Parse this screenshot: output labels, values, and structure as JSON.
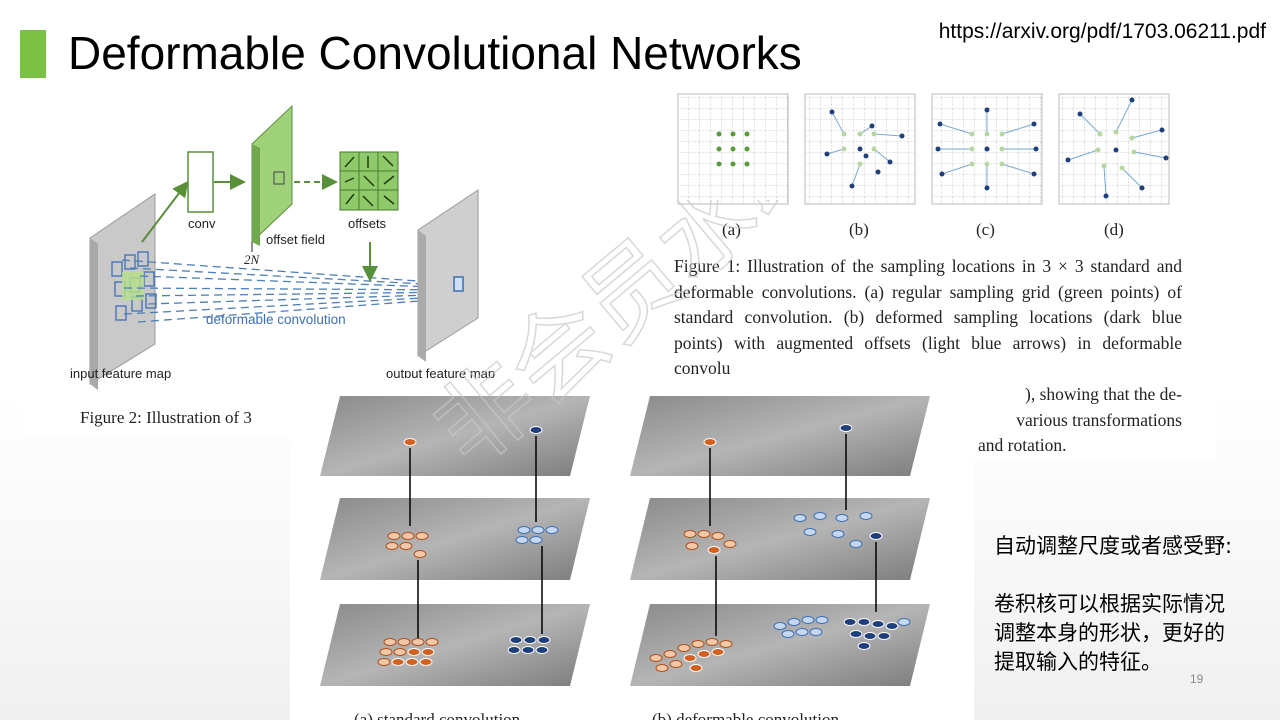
{
  "slide": {
    "title": "Deformable Convolutional Networks",
    "url": "https://arxiv.org/pdf/1703.06211.pdf",
    "page_number": "19",
    "accent_color": "#7ac143"
  },
  "figure2": {
    "labels": {
      "conv": "conv",
      "offset_field": "offset field",
      "two_n": "2N",
      "offsets": "offsets",
      "deformable_convolution": "deformable convolution",
      "input_feature_map": "input feature map",
      "output_feature_map": "output feature map"
    },
    "caption": "Figure 2: Illustration of 3"
  },
  "figure1": {
    "subfigure_labels": [
      "(a)",
      "(b)",
      "(c)",
      "(d)"
    ],
    "caption": "Figure 1: Illustration of the sampling locations in 3 × 3 standard and deformable convolutions. (a) regular sampling grid (green points) of standard convolution. (b) deformed sampling locations (dark blue points) with augmented offsets (light blue arrows) in deformable convolu",
    "caption_tail_1": "mented offsets (light blue arrows) in deformable convolu-",
    "caption_tail_2": "), showing that the de-",
    "caption_tail_3": "various transformations",
    "caption_tail_4": "and rotation."
  },
  "figure3": {
    "caption_a": "(a) standard convolution",
    "caption_b": "(b) deformable convolution"
  },
  "side_note": {
    "heading": "自动调整尺度或者感受野:",
    "line1": "卷积核可以根据实际情况",
    "line2": "调整本身的形状，更好的",
    "line3": "提取输入的特征。"
  },
  "watermark": "非会员水印"
}
